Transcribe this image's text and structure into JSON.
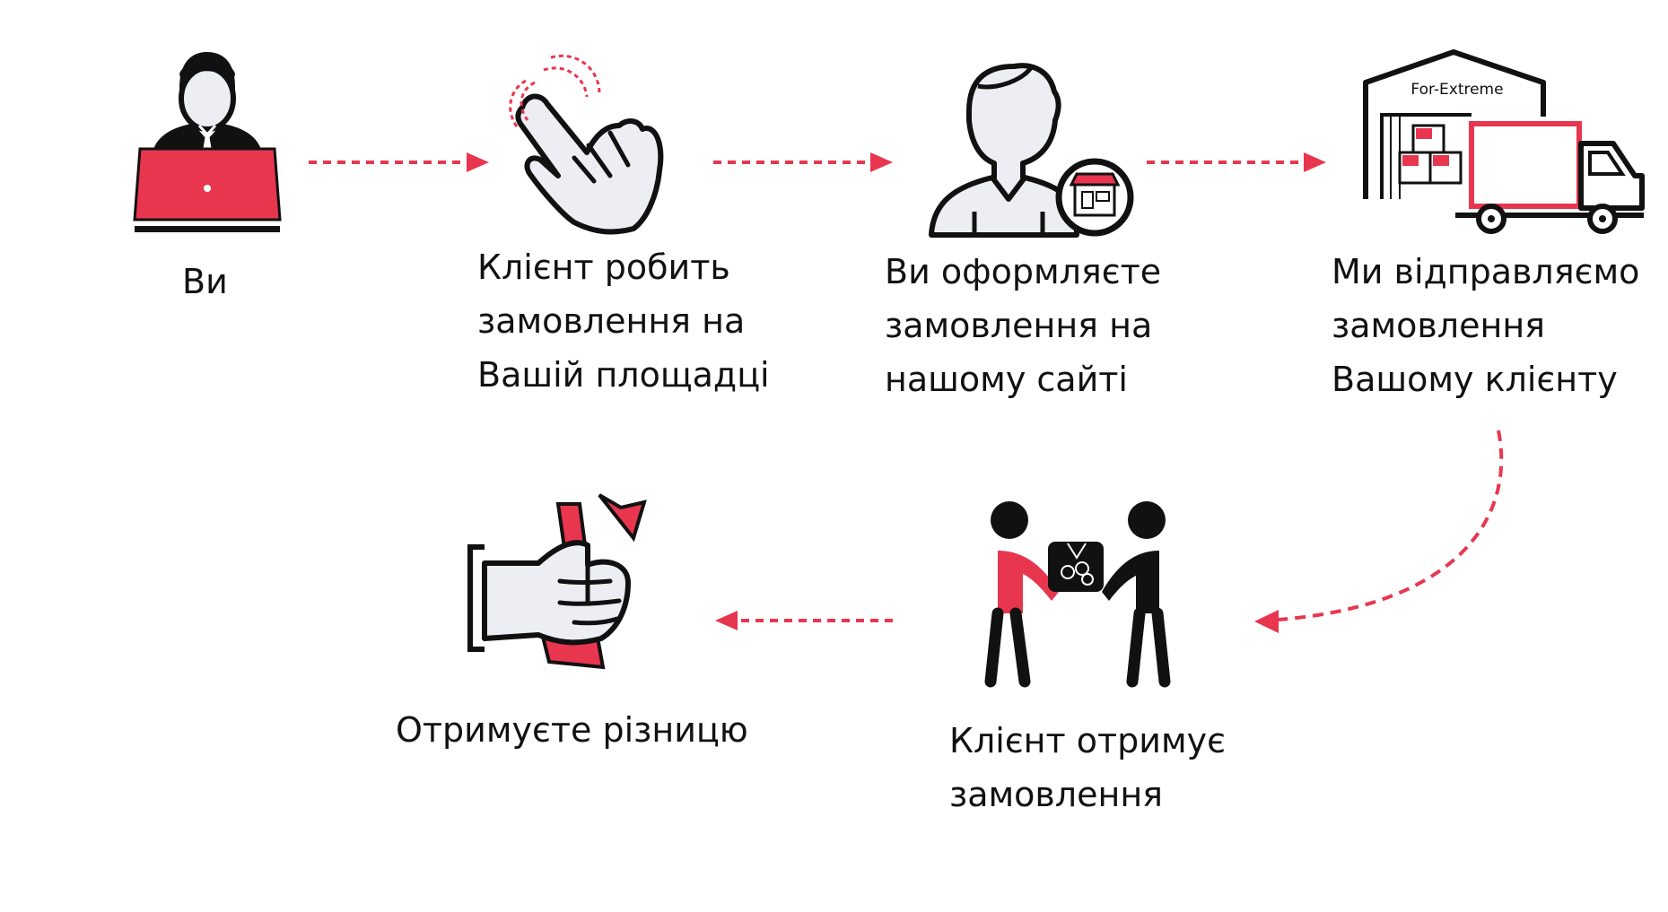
{
  "colors": {
    "accent": "#e8364f",
    "ink": "#111111",
    "fill": "#eceef3"
  },
  "steps": [
    {
      "id": "you",
      "icon": "laptop-user-icon",
      "lines": [
        "Ви"
      ]
    },
    {
      "id": "client-order",
      "icon": "tap-hand-icon",
      "lines": [
        "Клієнт робить",
        "замовлення на",
        "Вашій площадці"
      ]
    },
    {
      "id": "you-place-order",
      "icon": "user-with-shop-icon",
      "lines": [
        "Ви оформляєте",
        "замовлення на",
        "нашому сайті"
      ]
    },
    {
      "id": "we-ship",
      "icon": "warehouse-truck-icon",
      "warehouse_sign": "For-Extreme",
      "lines": [
        "Ми відправляємо",
        "замовлення",
        "Вашому клієнту"
      ]
    },
    {
      "id": "client-receives",
      "icon": "package-handover-icon",
      "lines": [
        "Клієнт отримує",
        "замовлення"
      ]
    },
    {
      "id": "you-get-difference",
      "icon": "hand-with-money-icon",
      "lines": [
        "Отримуєте різницю"
      ]
    }
  ]
}
